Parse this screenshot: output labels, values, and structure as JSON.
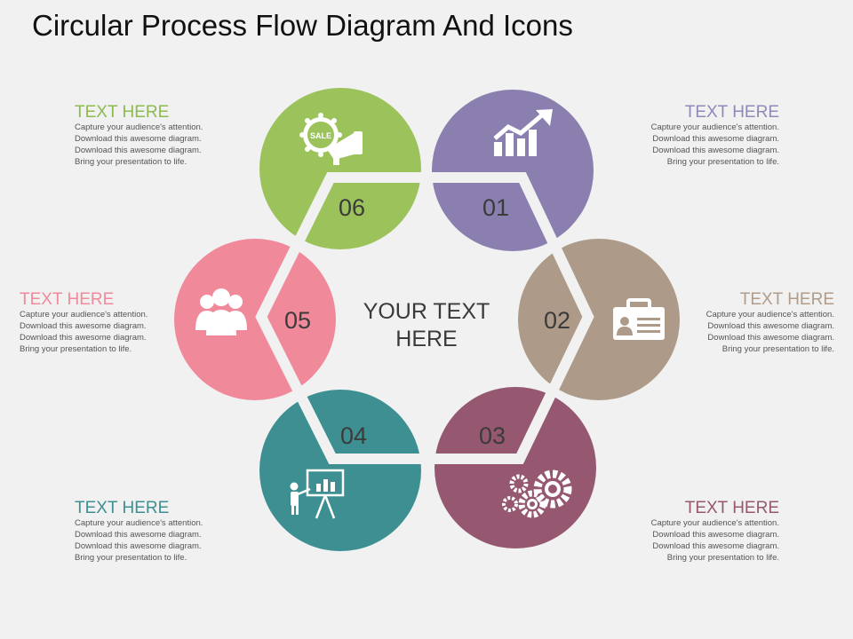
{
  "title": "Circular Process Flow Diagram And Icons",
  "center_text": [
    "YOUR TEXT",
    "HERE"
  ],
  "steps": [
    {
      "number": "01",
      "color": "#8a7fae",
      "icon": "growth-chart-icon"
    },
    {
      "number": "02",
      "color": "#ae9a88",
      "icon": "id-card-icon"
    },
    {
      "number": "03",
      "color": "#955870",
      "icon": "gears-icon"
    },
    {
      "number": "04",
      "color": "#3d8f91",
      "icon": "presentation-icon"
    },
    {
      "number": "05",
      "color": "#f08a9a",
      "icon": "team-icon"
    },
    {
      "number": "06",
      "color": "#9cc25b",
      "icon": "sale-megaphone-icon"
    }
  ],
  "text_blocks": [
    {
      "heading": "TEXT HERE",
      "color": "#8e8ab8",
      "lines": [
        "Capture your audience's attention.",
        "Download this awesome diagram.",
        "Download this awesome diagram.",
        "Bring your presentation to life."
      ]
    },
    {
      "heading": "TEXT HERE",
      "color": "#b09c88",
      "lines": [
        "Capture your audience's attention.",
        "Download this awesome diagram.",
        "Download this awesome diagram.",
        "Bring your presentation to life."
      ]
    },
    {
      "heading": "TEXT HERE",
      "color": "#955870",
      "lines": [
        "Capture your audience's attention.",
        "Download this awesome diagram.",
        "Download this awesome diagram.",
        "Bring your presentation to life."
      ]
    },
    {
      "heading": "TEXT HERE",
      "color": "#3d8f91",
      "lines": [
        "Capture your audience's attention.",
        "Download this awesome diagram.",
        "Download this awesome diagram.",
        "Bring your presentation to life."
      ]
    },
    {
      "heading": "TEXT HERE",
      "color": "#f08a9a",
      "lines": [
        "Capture your audience's attention.",
        "Download this awesome diagram.",
        "Download this awesome diagram.",
        "Bring your presentation to life."
      ]
    },
    {
      "heading": "TEXT HERE",
      "color": "#8dba4e",
      "lines": [
        "Capture your audience's attention.",
        "Download this awesome diagram.",
        "Download this awesome diagram.",
        "Bring your presentation to life."
      ]
    }
  ]
}
